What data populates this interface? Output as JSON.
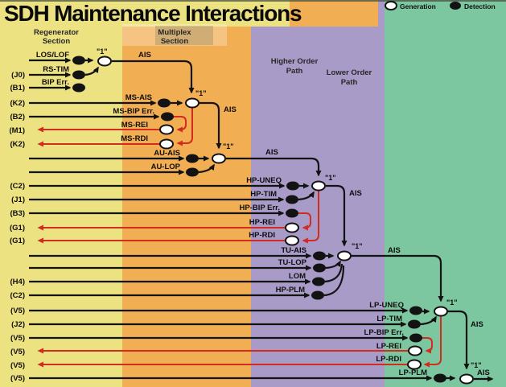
{
  "title": "SDH Maintenance Interactions",
  "legend": {
    "generation_label": "Generation",
    "detection_label": "Detection"
  },
  "sections": [
    {
      "line1": "Regenerator",
      "line2": "Section"
    },
    {
      "line1": "Multiplex",
      "line2": "Section"
    },
    {
      "line1": "Higher Order",
      "line2": "Path"
    },
    {
      "line1": "Lower Order",
      "line2": "Path"
    }
  ],
  "labels": {
    "junction": "\"1\"",
    "ais": "AIS"
  },
  "ports": [
    "(J0)",
    "(B1)",
    "(K2)",
    "(B2)",
    "(M1)",
    "(K2)",
    "(C2)",
    "(J1)",
    "(B3)",
    "(G1)",
    "(G1)",
    "(H4)",
    "(C2)",
    "(V5)",
    "(J2)",
    "(V5)",
    "(V5)",
    "(V5)",
    "(V5)"
  ],
  "signals": [
    "LOS/LOF",
    "RS-TIM",
    "BIP Err.",
    "MS-AIS",
    "MS-BIP Err.",
    "MS-REI",
    "MS-RDI",
    "AU-AIS",
    "AU-LOP",
    "HP-UNEQ",
    "HP-TIM",
    "HP-BIP Err.",
    "HP-REI",
    "HP-RDI",
    "TU-AIS",
    "TU-LOP",
    "LOM",
    "HP-PLM",
    "LP-UNEQ",
    "LP-TIM",
    "LP-BIP Err.",
    "LP-REI",
    "LP-RDI",
    "LP-PLM"
  ],
  "colors": {
    "regenerator": "#EDE282",
    "multiplex": "#F2AE52",
    "higher_order": "#A89BC8",
    "lower_order": "#7CC7A0",
    "alarm_red": "#D22B1F",
    "line_black": "#131313"
  }
}
